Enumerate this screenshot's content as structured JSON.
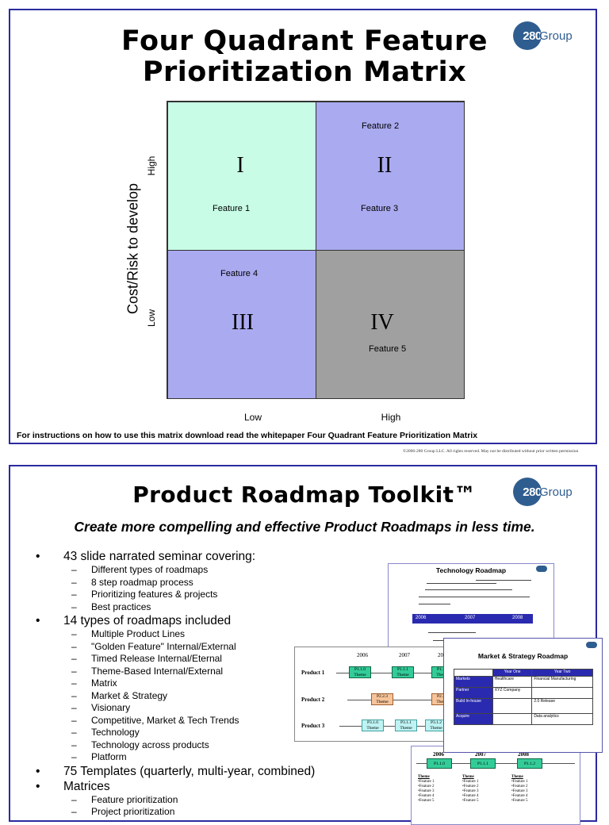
{
  "slide1": {
    "title_line1": "Four Quadrant Feature",
    "title_line2": "Prioritization Matrix",
    "logo": {
      "circle": "280",
      "rest": "Group"
    },
    "y_axis_label": "Cost/Risk to develop",
    "y_ticks": {
      "high": "High",
      "low": "Low"
    },
    "x_ticks": {
      "low": "Low",
      "high": "High"
    },
    "quadrants": {
      "q1": {
        "numeral": "I",
        "features": [
          "Feature 1"
        ]
      },
      "q2": {
        "numeral": "II",
        "features": [
          "Feature 2",
          "Feature 3"
        ]
      },
      "q3": {
        "numeral": "III",
        "features": [
          "Feature 4"
        ]
      },
      "q4": {
        "numeral": "IV",
        "features": [
          "Feature 5"
        ]
      }
    },
    "footnote": "For instructions on how to use this matrix download read the whitepaper Four Quadrant Feature Prioritization Matrix",
    "colors": {
      "q1": "#c8fce6",
      "q2": "#aaaaf0",
      "q3": "#aaaaf0",
      "q4": "#a0a0a0",
      "border": "#2a2aa0"
    }
  },
  "copyright": "©2006-280 Group LLC. All rights reserved. May not be distributed without prior written permission",
  "slide2": {
    "title": "Product Roadmap Toolkit™",
    "logo": {
      "circle": "280",
      "rest": "Group"
    },
    "subtitle": "Create more compelling and effective Product Roadmaps in less time.",
    "bullets": [
      {
        "text": "43 slide narrated seminar covering:",
        "sub": [
          "Different types of roadmaps",
          "8 step roadmap process",
          "Prioritizing features & projects",
          "Best practices"
        ]
      },
      {
        "text": "14 types of roadmaps included",
        "sub": [
          "Multiple Product Lines",
          "\"Golden Feature\" Internal/External",
          "Timed Release Internal/Eternal",
          "Theme-Based Internal/External",
          "Matrix",
          "Market & Strategy",
          "Visionary",
          "Competitive, Market & Tech Trends",
          "Technology",
          "Technology across products",
          "Platform"
        ]
      },
      {
        "text": "75 Templates (quarterly, multi-year, combined)",
        "sub": []
      },
      {
        "text": "Matrices",
        "sub": [
          "Feature prioritization",
          "Project prioritization"
        ]
      }
    ],
    "thumbs": {
      "tech": {
        "title": "Technology Roadmap",
        "years": [
          "2006",
          "2007",
          "2008"
        ]
      },
      "product": {
        "rows": [
          "Product 1",
          "Product 2",
          "Product 3"
        ],
        "years": [
          "2006",
          "2007",
          "2008"
        ],
        "p1": [
          "P1.1.0 Theme",
          "P1.1.1 Theme",
          "P1.1.2 Theme"
        ],
        "p2": [
          "P2.2.3 Theme",
          "P2.3.0 Theme"
        ],
        "p3": [
          "P3.1.0 Theme",
          "P3.1.1 Theme",
          "P3.1.2 Theme"
        ]
      },
      "market": {
        "title": "Market & Strategy Roadmap",
        "cols": [
          "Year One",
          "Year Two"
        ],
        "rows": [
          [
            "Markets",
            "Healthcare",
            "Financial Manufacturing"
          ],
          [
            "Partner",
            "XYZ Company",
            ""
          ],
          [
            "Build In-house",
            "",
            "2.0 Release"
          ],
          [
            "Acquire",
            "",
            "Data analytics"
          ]
        ]
      },
      "bottom": {
        "years": [
          "2006",
          "2007",
          "2008"
        ],
        "boxes": [
          "P1.1.0",
          "P1.1.1",
          "P1.1.2"
        ],
        "heading": "Theme",
        "items": [
          "•Feature 1",
          "•Feature 2",
          "•Feature 3",
          "•Feature 4",
          "•Feature 5"
        ]
      }
    }
  }
}
